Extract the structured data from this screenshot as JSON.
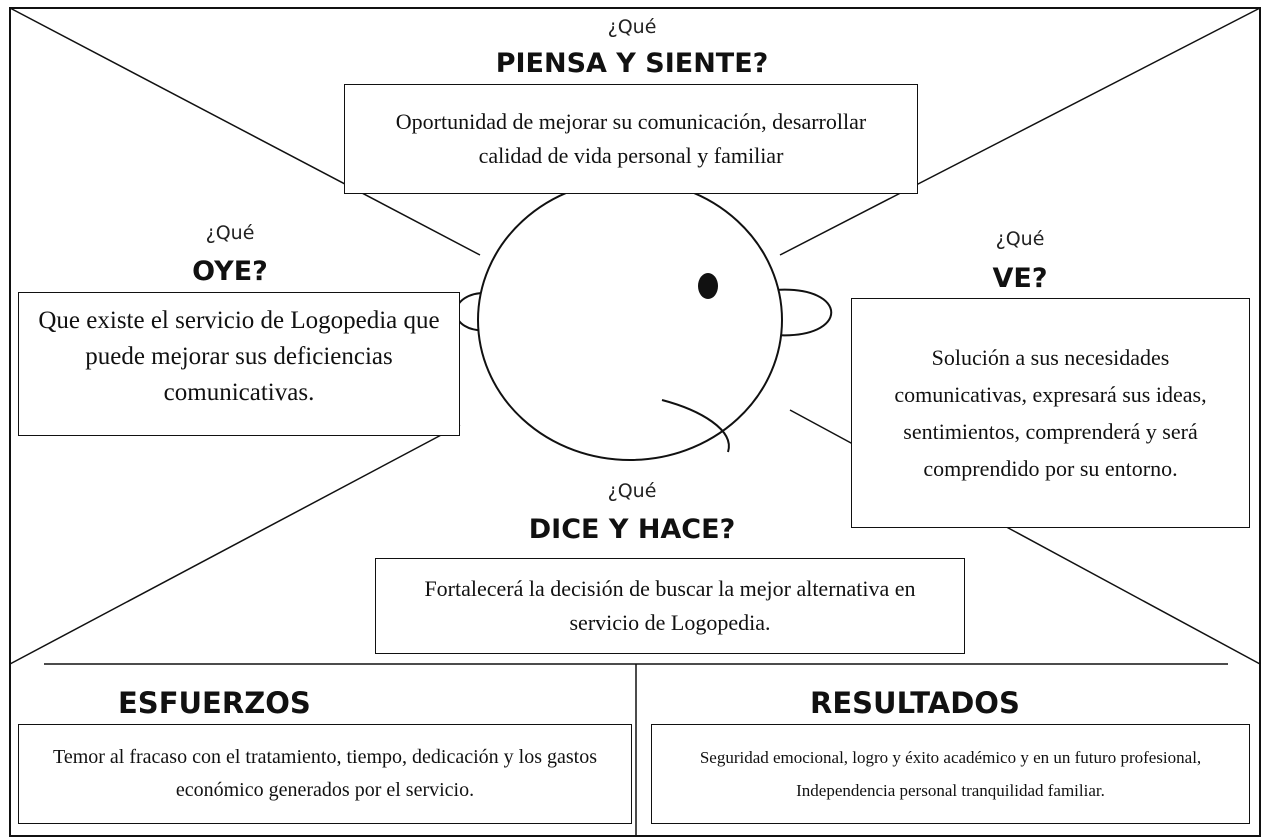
{
  "sections": {
    "piensa": {
      "que": "¿Qué",
      "title": "PIENSA Y SIENTE?",
      "text": "Oportunidad de mejorar su comunicación, desarrollar calidad de vida personal y familiar"
    },
    "oye": {
      "que": "¿Qué",
      "title": "OYE?",
      "text": "Que existe el servicio de Logopedia que puede mejorar sus deficiencias comunicativas."
    },
    "ve": {
      "que": "¿Qué",
      "title": "VE?",
      "text": "Solución a sus necesidades comunicativas, expresará sus ideas, sentimientos, comprenderá y será comprendido por su entorno."
    },
    "dice": {
      "que": "¿Qué",
      "title": "DICE Y HACE?",
      "text": "Fortalecerá la decisión de buscar la mejor alternativa en servicio de Logopedia."
    }
  },
  "esfuerzos": {
    "title": "ESFUERZOS",
    "text": "Temor al fracaso con el tratamiento, tiempo, dedicación y los gastos económico generados por el servicio."
  },
  "resultados": {
    "title": "RESULTADOS",
    "text": "Seguridad emocional, logro y éxito académico y en un futuro profesional, Independencia personal tranquilidad familiar."
  },
  "colors": {
    "ink": "#111111",
    "background": "#ffffff"
  }
}
